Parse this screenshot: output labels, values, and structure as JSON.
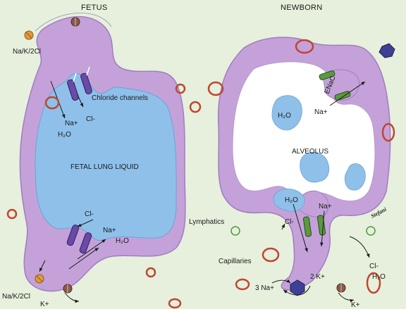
{
  "headings": {
    "fetus": "FETUS",
    "newborn": "NEWBORN"
  },
  "fetus": {
    "transporter_top": "Na/K/2Cl",
    "channels": "Chloride channels",
    "cl_top": "Cl-",
    "na_top": "Na+",
    "h2o_top": "H₂O",
    "lumen": "FETAL LUNG LIQUID",
    "cl_bottom": "Cl-",
    "na_bottom": "Na+",
    "h2o_bottom": "H₂O",
    "transporter_bottom": "Na/K/2Cl",
    "k_bottom": "K+"
  },
  "newborn": {
    "enac": "ENaC",
    "na_top": "Na+",
    "h2o_top": "H₂O",
    "lumen": "ALVEOLUS",
    "h2o_bottom": "H₂O",
    "na_bottom": "Na+",
    "cl_bottom": "Cl-",
    "cl_out": "Cl-",
    "h2o_out": "H₂O",
    "na_pump": "3 Na+",
    "k_pump": "2 K+",
    "k_out": "K+"
  },
  "center": {
    "lymphatics": "Lymphatics",
    "capillaries": "Capillaries"
  },
  "signature": "Stefani",
  "colors": {
    "background": "#e6f0dc",
    "epithelium": "#c4a2d9",
    "epithelium_dark": "#a07cc0",
    "fetal_liquid": "#8ec0ea",
    "water_blob": "#8ec0ea",
    "capillary": "#c0452f",
    "lymphatic": "#4f9a3a",
    "chloride_channel": "#6a4aa8",
    "enac_channel": "#5a9a3e",
    "pump": "#3e3f96",
    "transporter": "#e09a3a"
  }
}
